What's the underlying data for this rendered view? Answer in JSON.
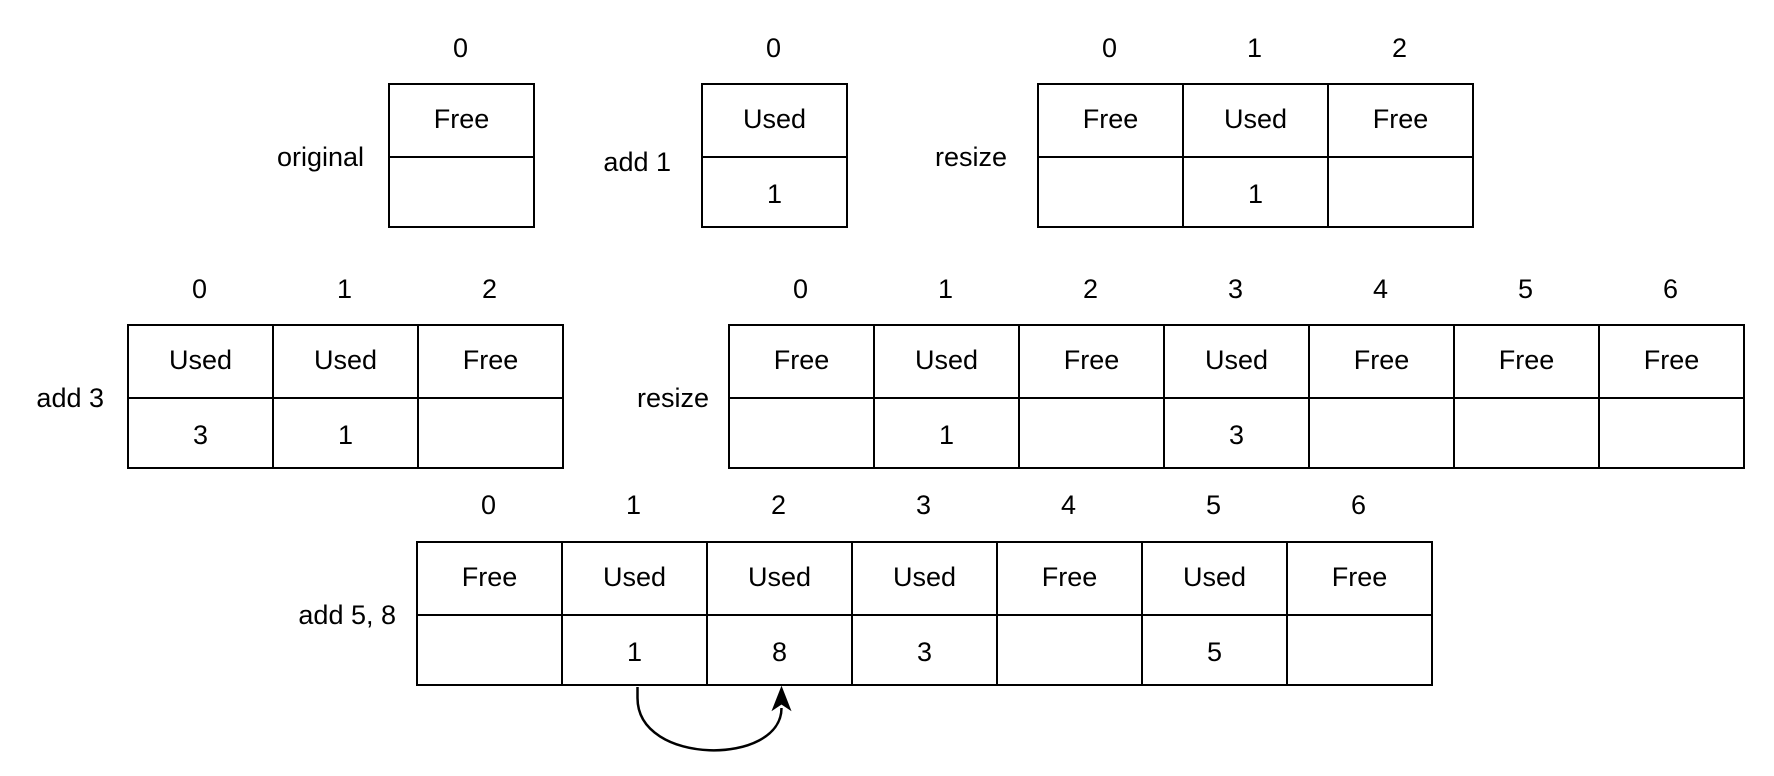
{
  "diagram": {
    "rows": [
      {
        "label": "original",
        "cells": [
          {
            "index": "0",
            "status": "Free",
            "value": ""
          }
        ]
      },
      {
        "label": "add 1",
        "cells": [
          {
            "index": "0",
            "status": "Used",
            "value": "1"
          }
        ]
      },
      {
        "label": "resize",
        "cells": [
          {
            "index": "0",
            "status": "Free",
            "value": ""
          },
          {
            "index": "1",
            "status": "Used",
            "value": "1"
          },
          {
            "index": "2",
            "status": "Free",
            "value": ""
          }
        ]
      },
      {
        "label": "add 3",
        "cells": [
          {
            "index": "0",
            "status": "Used",
            "value": "3"
          },
          {
            "index": "1",
            "status": "Used",
            "value": "1"
          },
          {
            "index": "2",
            "status": "Free",
            "value": ""
          }
        ]
      },
      {
        "label": "resize",
        "cells": [
          {
            "index": "0",
            "status": "Free",
            "value": ""
          },
          {
            "index": "1",
            "status": "Used",
            "value": "1"
          },
          {
            "index": "2",
            "status": "Free",
            "value": ""
          },
          {
            "index": "3",
            "status": "Used",
            "value": "3"
          },
          {
            "index": "4",
            "status": "Free",
            "value": ""
          },
          {
            "index": "5",
            "status": "Free",
            "value": ""
          },
          {
            "index": "6",
            "status": "Free",
            "value": ""
          }
        ]
      },
      {
        "label": "add 5, 8",
        "cells": [
          {
            "index": "0",
            "status": "Free",
            "value": ""
          },
          {
            "index": "1",
            "status": "Used",
            "value": "1"
          },
          {
            "index": "2",
            "status": "Used",
            "value": "8"
          },
          {
            "index": "3",
            "status": "Used",
            "value": "3"
          },
          {
            "index": "4",
            "status": "Free",
            "value": ""
          },
          {
            "index": "5",
            "status": "Used",
            "value": "5"
          },
          {
            "index": "6",
            "status": "Free",
            "value": ""
          }
        ]
      }
    ],
    "arrow": {
      "row": 5,
      "from_cell": 1,
      "to_cell": 2
    }
  },
  "colors": {
    "stroke": "#000000",
    "background": "#ffffff",
    "text": "#000000"
  }
}
